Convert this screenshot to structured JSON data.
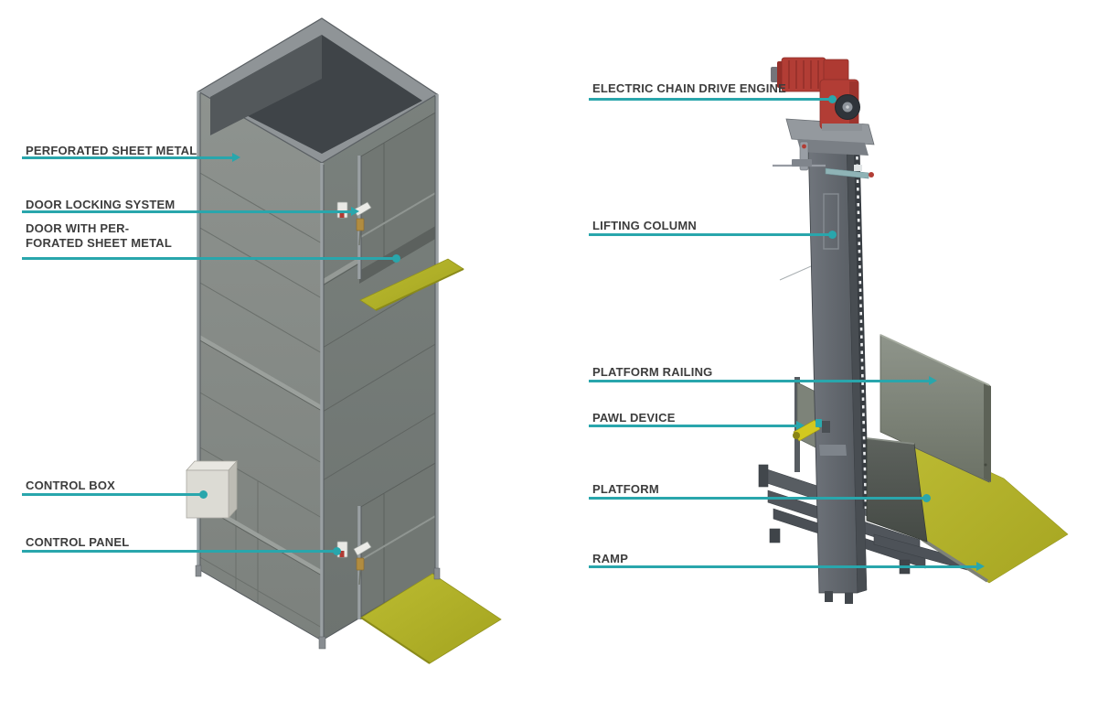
{
  "page": {
    "kind": "technical-diagram",
    "description": "Annotated isometric CAD renders of a goods lift: enclosed shaft tower (left) and lifting column with platform (right)",
    "background": "#ffffff"
  },
  "colors": {
    "leader_teal": "#29a6ac",
    "label_text": "#3d3d3d",
    "ramp_yellow": "#b4b42b",
    "motor_red": "#b23d35",
    "panel_gray_green": "#848a86",
    "frame_gray": "#9aa0a3",
    "column_gray": "#5f646a",
    "control_box_gray": "#dcdbd4"
  },
  "figures": {
    "tower": {
      "name": "shaft tower with perforated sheet metal panels, two doors and fold-down ramps",
      "labels": [
        {
          "text": "PERFORATED SHEET METAL",
          "endpoint": "arrow"
        },
        {
          "text": "DOOR LOCKING SYSTEM",
          "endpoint": "arrow"
        },
        {
          "lines": [
            "DOOR WITH PER-",
            "FORATED SHEET METAL"
          ],
          "endpoint": "dot"
        },
        {
          "text": "CONTROL BOX",
          "endpoint": "dot"
        },
        {
          "text": "CONTROL PANEL",
          "endpoint": "dot"
        }
      ]
    },
    "lift": {
      "name": "lifting column with electric chain drive, platform, railing and ramp",
      "labels": [
        {
          "text": "ELECTRIC CHAIN DRIVE ENGINE",
          "endpoint": "dot"
        },
        {
          "text": "LIFTING COLUMN",
          "endpoint": "dot"
        },
        {
          "text": "PLATFORM RAILING",
          "endpoint": "arrow"
        },
        {
          "text": "PAWL DEVICE",
          "endpoint": "arrow"
        },
        {
          "text": "PLATFORM",
          "endpoint": "dot"
        },
        {
          "text": "RAMP",
          "endpoint": "arrow"
        }
      ]
    }
  }
}
